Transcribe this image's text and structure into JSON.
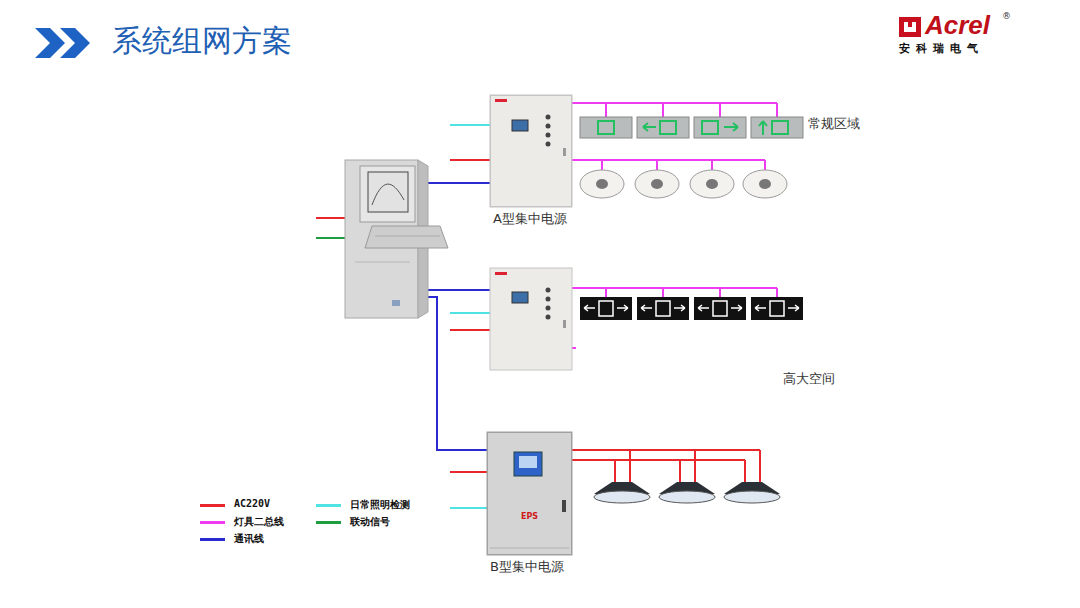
{
  "diagram": {
    "title": "系统组网方案",
    "nodes": [
      {
        "text": [
          "A型集中电源"
        ]
      },
      {
        "text": [
          "EPS",
          "B型集中电源"
        ]
      }
    ],
    "labels": [
      "常规区域",
      "高大空间",
      "Acrel",
      "®",
      "安科瑞电气"
    ],
    "legend": [
      {
        "text": "AC220V",
        "color": "#e8262b"
      },
      {
        "text": "灯具二总线",
        "color": "#f03cf0"
      },
      {
        "text": "通讯线",
        "color": "#2a2ad0"
      },
      {
        "text": "日常照明检测",
        "color": "#4fe3e3"
      },
      {
        "text": "联动信号",
        "color": "#1f9e3f"
      }
    ]
  }
}
